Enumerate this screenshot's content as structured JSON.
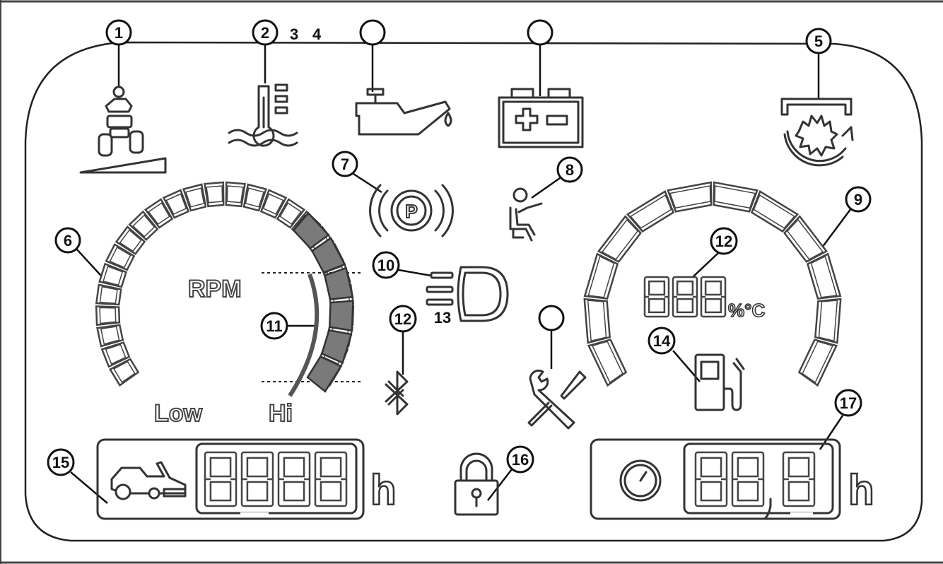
{
  "callouts": {
    "c1": "1",
    "c2": "2",
    "c3": "3",
    "c4": "4",
    "c5": "5",
    "c6": "6",
    "c7": "7",
    "c8": "8",
    "c9": "9",
    "c10": "10",
    "c11": "11",
    "c12a": "12",
    "c12b": "12",
    "c13": "13",
    "c14": "14",
    "c15": "15",
    "c16": "16",
    "c17": "17"
  },
  "gauge_left": {
    "rpm_label": "RPM",
    "low_label": "Low",
    "hi_label": "Hi"
  },
  "gauge_right": {
    "unit_label": "%°C"
  },
  "hour_meters": {
    "left_unit": "h",
    "right_unit": "h"
  },
  "icons": [
    "tilt-warning-icon",
    "coolant-temperature-icon",
    "oil-pressure-icon",
    "battery-icon",
    "pto-icon",
    "parking-brake-icon",
    "seat-occupancy-icon",
    "headlight-icon",
    "bluetooth-icon",
    "service-wrench-icon",
    "fuel-icon",
    "lock-icon",
    "mower-icon",
    "stopwatch-icon"
  ]
}
